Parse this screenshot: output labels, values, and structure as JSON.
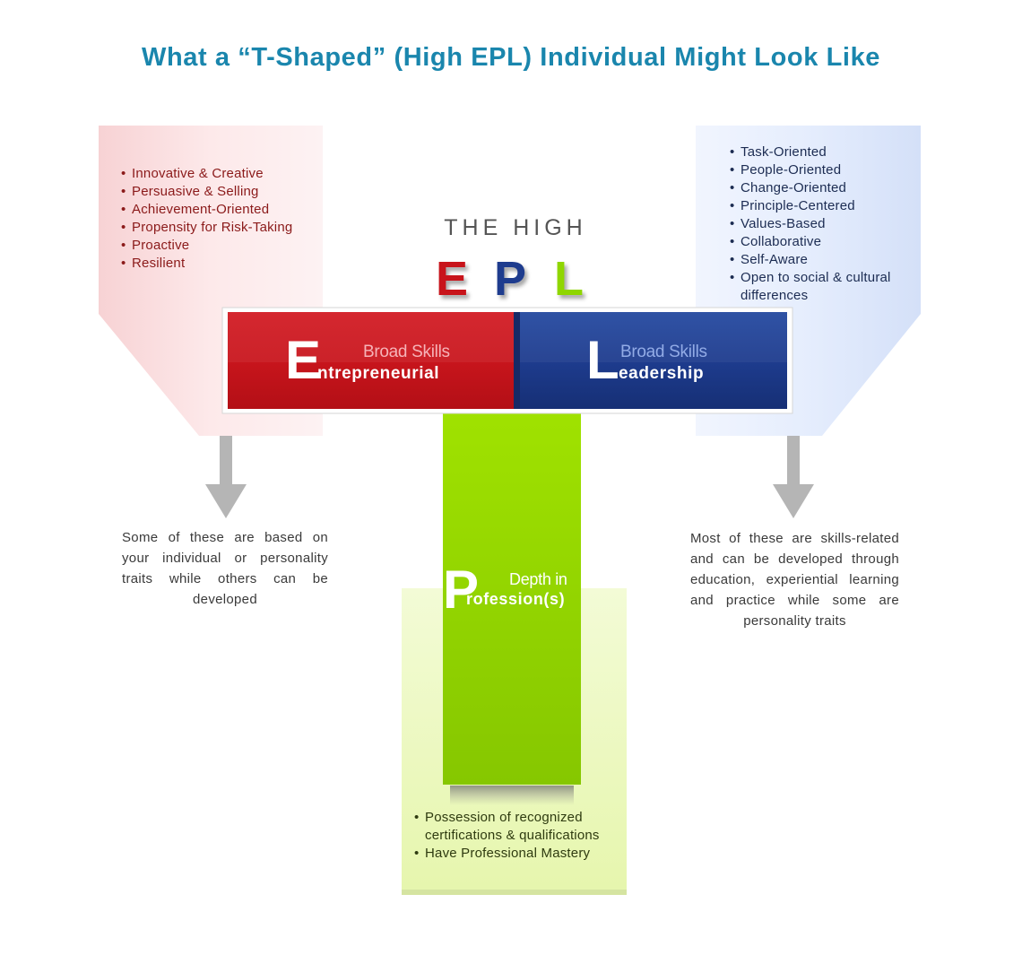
{
  "title": "What a “T-Shaped” (High EPL) Individual Might Look Like",
  "header": {
    "the_high": "THE HIGH",
    "letters": [
      "E",
      "P",
      "L"
    ]
  },
  "entrepreneurial": {
    "letter": "E",
    "subtitle": "Broad Skills",
    "word": "ntrepreneurial",
    "traits": [
      "Innovative & Creative",
      "Persuasive & Selling",
      "Achievement-Oriented",
      "Propensity for Risk-Taking",
      "Proactive",
      "Resilient"
    ],
    "note": "Some of these are based on your individual or personality traits while others can be developed"
  },
  "leadership": {
    "letter": "L",
    "subtitle": "Broad Skills",
    "word": "eadership",
    "traits": [
      "Task-Oriented",
      "People-Oriented",
      "Change-Oriented",
      "Principle-Centered",
      "Values-Based",
      "Collaborative",
      "Self-Aware",
      "Open to social & cultural differences"
    ],
    "note": "Most of these are skills-related and can be developed through education, experiential learning and practice while some are personality traits"
  },
  "profession": {
    "letter": "P",
    "subtitle": "Depth in",
    "word": "rofession(s)",
    "traits": [
      "Possession of recognized certifications & qualifications",
      "Have Professional Mastery"
    ]
  },
  "colors": {
    "title": "#1a86ad",
    "entrepreneurial_red": "#c8141b",
    "leadership_blue": "#1e3c8e",
    "profession_green": "#8fd600"
  }
}
